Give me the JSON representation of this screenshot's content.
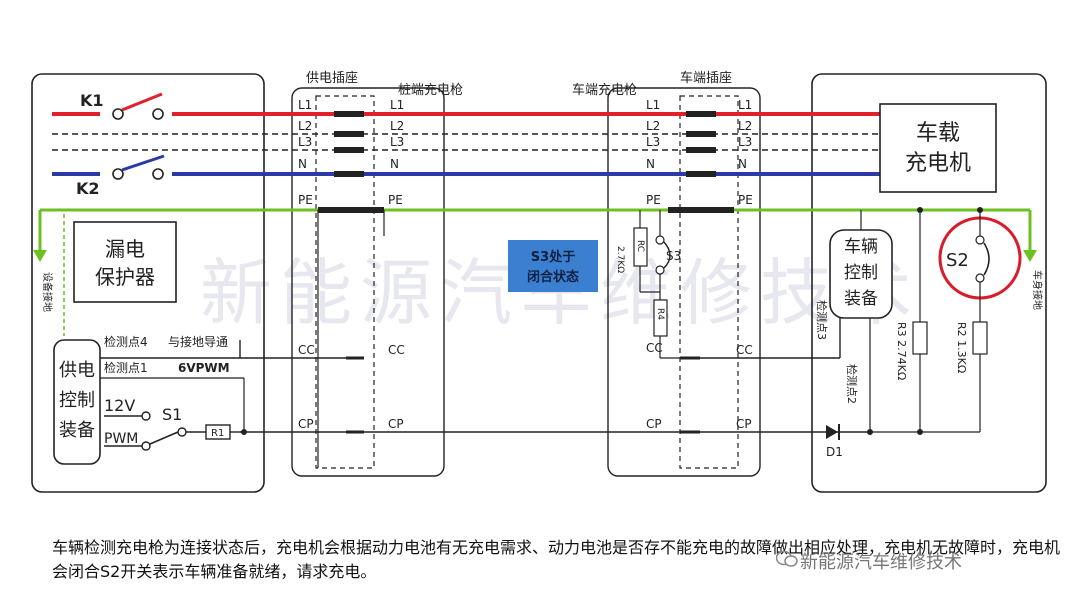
{
  "labels": {
    "supply_socket": "供电插座",
    "pile_gun": "桩端充电枪",
    "vehicle_gun": "车端充电枪",
    "vehicle_socket": "车端插座",
    "k1": "K1",
    "k2": "K2",
    "l1": "L1",
    "l2": "L2",
    "l3": "L3",
    "n": "N",
    "pe": "PE",
    "cc": "CC",
    "cp": "CP",
    "onboard_charger_1": "车载",
    "onboard_charger_2": "充电机",
    "leak_1": "漏电",
    "leak_2": "保护器",
    "supply_ctrl": [
      "供电",
      "控制",
      "装备"
    ],
    "vehicle_ctrl": [
      "车辆",
      "控制",
      "装备"
    ],
    "detect4": "检测点4",
    "ground_wire": "与接地导通",
    "detect1": "检测点1",
    "pwm6v": "6VPWM",
    "v12": "12V",
    "pwm": "PWM",
    "s1": "S1",
    "r1": "R1",
    "s2": "S2",
    "s3": "S3",
    "rc": "RC",
    "r4": "R4",
    "rc_value": "2.7KΩ",
    "detect3": "检测点3",
    "detect2": "检测点2",
    "r3": "R3 2.74KΩ",
    "r2": "R2 1.3KΩ",
    "d1": "D1",
    "equip_ground": "设备接地",
    "body_ground": "车身接地",
    "status_1": "S3处于",
    "status_2": "闭合状态",
    "watermark": "新能源汽车维修技术"
  },
  "caption": "车辆检测充电枪为连接状态后，充电机会根据动力电池有无充电需求、动力电池是否存不能充电的故障做出相应处理，充电机无故障时，充电机会闭合S2开关表示车辆准备就绪，请求充电。",
  "footer_watermark": "新能源汽车维修技术",
  "colors": {
    "l1": "#e0202a",
    "n": "#2c3aa8",
    "pe": "#6cc020",
    "highlight": "#d81c2c",
    "status_bg": "#3a7fd0"
  }
}
